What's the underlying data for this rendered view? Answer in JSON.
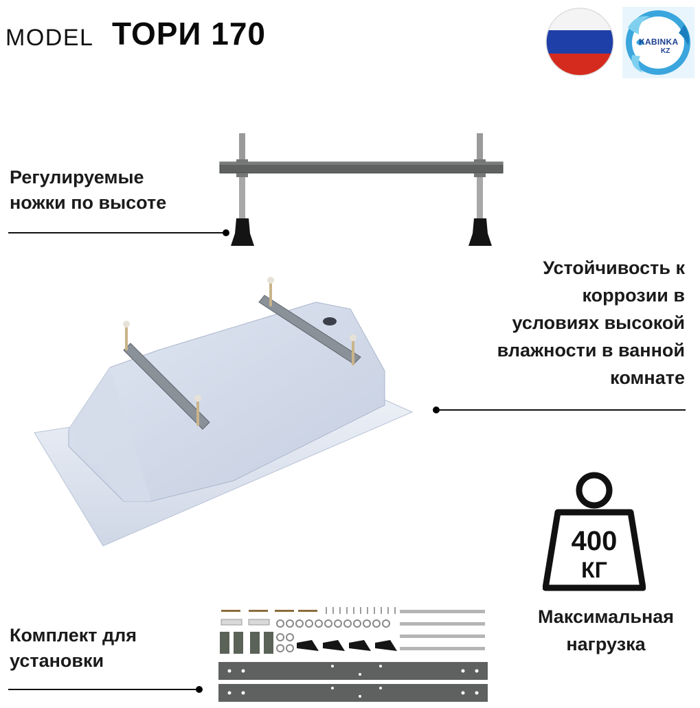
{
  "header": {
    "model_label": "MODEL",
    "model_name": "ТОРИ 170"
  },
  "brand": {
    "logo_text_top": "KABINKA",
    "logo_text_bottom": "KZ",
    "colors": {
      "logo_blue": "#3aa6dd",
      "flag_white": "#f4f4f4",
      "flag_blue": "#1f3fa8",
      "flag_red": "#d52b1e"
    }
  },
  "features": {
    "legs": [
      "Регулируемые",
      "ножки по высоте"
    ],
    "corrosion": [
      "Устойчивость к",
      "коррозии в",
      "условиях высокой",
      "влажности в ванной",
      "комнате"
    ],
    "kit": [
      "Комплект для",
      "установки"
    ]
  },
  "load": {
    "value": "400",
    "unit": "КГ",
    "caption": [
      "Максимальная",
      "нагрузка"
    ]
  },
  "icons": [
    "russia-flag-icon",
    "kabinka-logo-icon",
    "weight-icon"
  ]
}
